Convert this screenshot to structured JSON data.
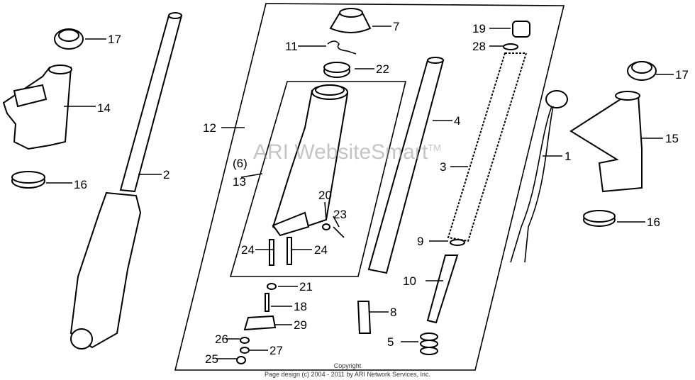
{
  "diagram": {
    "labels": [
      "17",
      "14",
      "16",
      "2",
      "7",
      "11",
      "22",
      "12",
      "(6)",
      "13",
      "20",
      "23",
      "24",
      "24",
      "21",
      "18",
      "29",
      "26",
      "27",
      "25",
      "8",
      "5",
      "10",
      "9",
      "3",
      "4",
      "19",
      "28",
      "1",
      "17",
      "15",
      "16"
    ],
    "watermark": "ARI WebsiteSmart",
    "watermark_tm": "TM",
    "copyright_line1": "Copyright",
    "copyright_line2": "Page design (c) 2004 - 2011 by ARI Network Services, Inc."
  }
}
